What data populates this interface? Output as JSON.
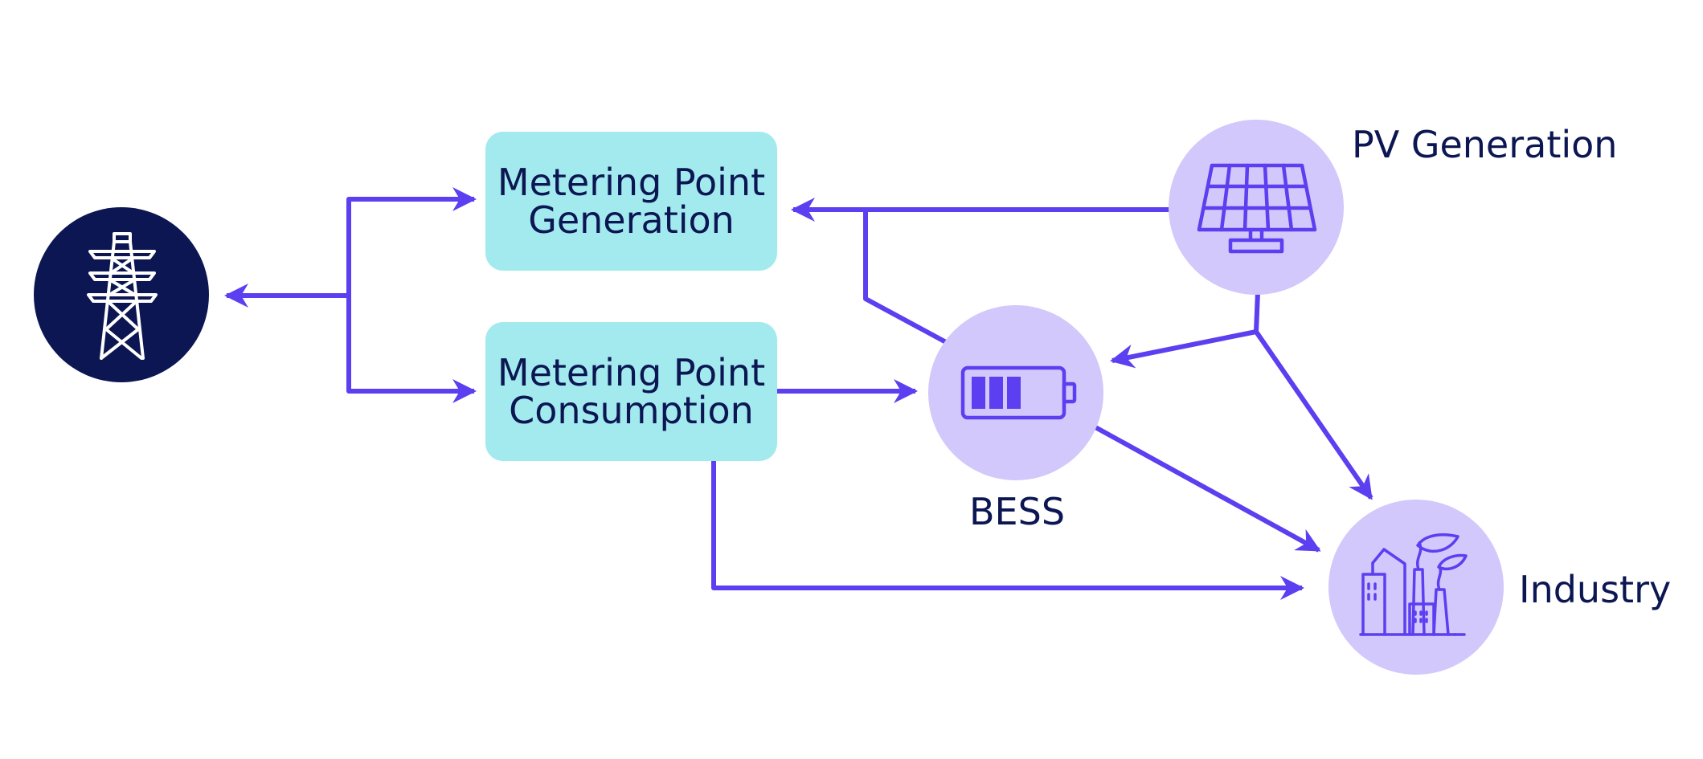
{
  "nodes": {
    "grid": {
      "icon": "transmission-tower-icon"
    },
    "metering_generation": {
      "line1": "Metering Point",
      "line2": "Generation"
    },
    "metering_consumption": {
      "line1": "Metering Point",
      "line2": "Consumption"
    },
    "pv": {
      "label": "PV Generation",
      "icon": "solar-panel-icon"
    },
    "bess": {
      "label": "BESS",
      "icon": "battery-icon"
    },
    "industry": {
      "label": "Industry",
      "icon": "factory-icon"
    }
  },
  "colors": {
    "arrow": "#5b3ff0",
    "grid_circle": "#0b1652",
    "node_circle": "#d2c8fb",
    "box_fill": "#a2eaee",
    "text": "#0b1652"
  }
}
